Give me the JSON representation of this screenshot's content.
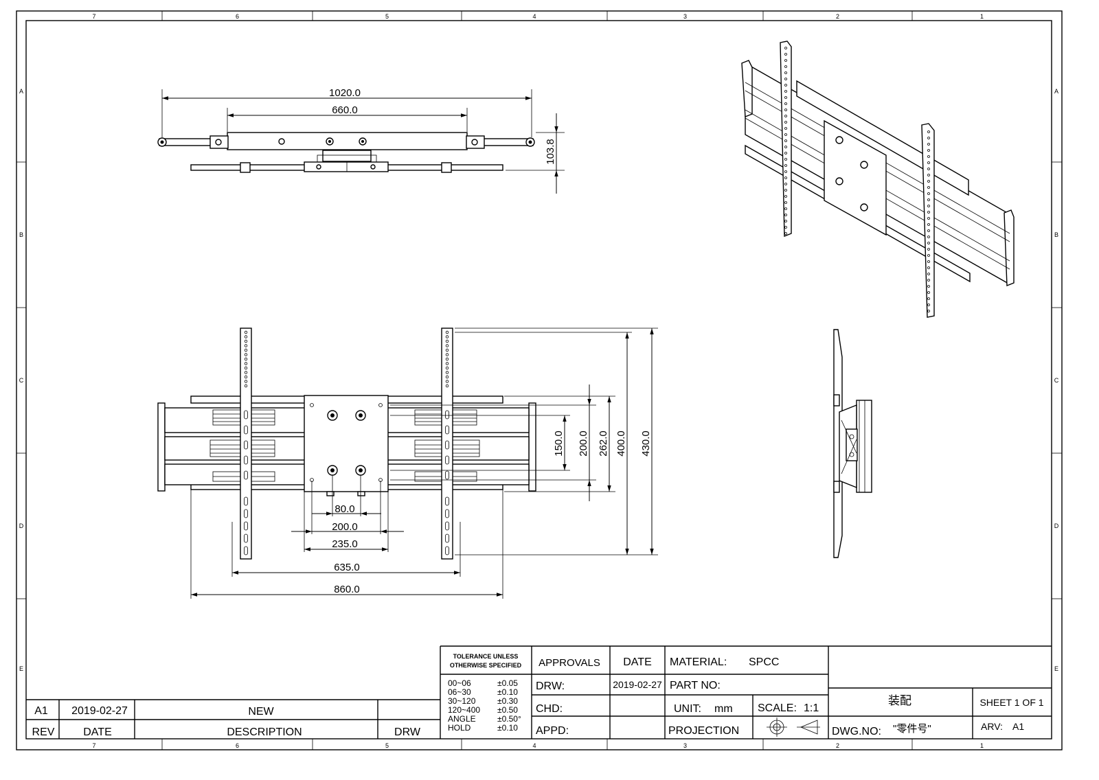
{
  "border": {
    "columns": [
      "7",
      "6",
      "5",
      "4",
      "3",
      "2",
      "1"
    ],
    "rows": [
      "A",
      "B",
      "C",
      "D",
      "E"
    ]
  },
  "dimensions": {
    "top_overall": "1020.0",
    "top_inner": "660.0",
    "top_depth": "103.8",
    "front_hole_80": "80.0",
    "front_hole_200": "200.0",
    "front_plate_235": "235.0",
    "front_rails_635": "635.0",
    "front_arms_860": "860.0",
    "front_v_150": "150.0",
    "front_v_200": "200.0",
    "front_v_262": "262.0",
    "front_v_400": "400.0",
    "front_v_430": "430.0"
  },
  "title_block": {
    "tolerance_header_1": "TOLERANCE UNLESS",
    "tolerance_header_2": "OTHERWISE SPECIFIED",
    "tolerances": [
      {
        "range": "00~06",
        "tol": "±0.05"
      },
      {
        "range": "06~30",
        "tol": "±0.10"
      },
      {
        "range": "30~120",
        "tol": "±0.30"
      },
      {
        "range": "120~400",
        "tol": "±0.50"
      },
      {
        "range": "ANGLE",
        "tol": "±0.50°"
      },
      {
        "range": "HOLD",
        "tol": "±0.10"
      }
    ],
    "approvals_label": "APPROVALS",
    "date_label": "DATE",
    "drw_label": "DRW:",
    "drw_date": "2019-02-27",
    "chd_label": "CHD:",
    "appd_label": "APPD:",
    "material_label": "MATERIAL:",
    "material_value": "SPCC",
    "part_no_label": "PART NO:",
    "unit_label": "UNIT:",
    "unit_value": "mm",
    "scale_label": "SCALE:",
    "scale_value": "1:1",
    "projection_label": "PROJECTION",
    "part_name": "装配",
    "sheet": "SHEET 1 OF 1",
    "dwg_no_label": "DWG.NO:",
    "dwg_no_value": "\"零件号\"",
    "arv_label": "ARV:",
    "arv_value": "A1"
  },
  "revision": {
    "rev": "A1",
    "date": "2019-02-27",
    "description": "NEW",
    "drw": "",
    "header_rev": "REV",
    "header_date": "DATE",
    "header_description": "DESCRIPTION",
    "header_drw": "DRW"
  }
}
